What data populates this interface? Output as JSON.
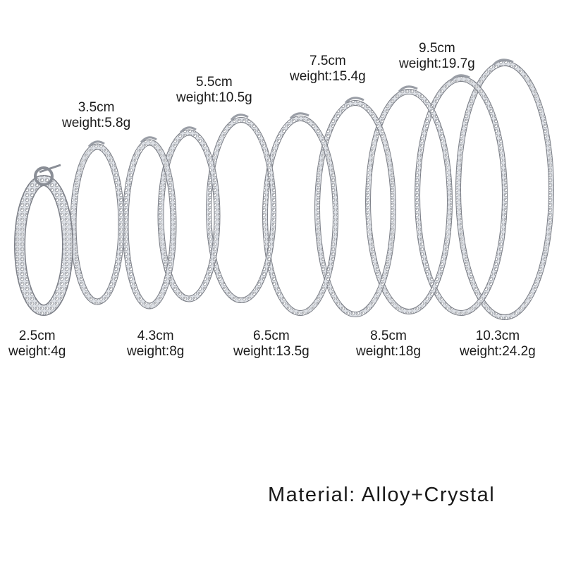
{
  "material": "Material: Alloy+Crystal",
  "hoops": [
    {
      "size": "2.5cm",
      "weight": "weight:4g"
    },
    {
      "size": "3.5cm",
      "weight": "weight:5.8g"
    },
    {
      "size": "4.3cm",
      "weight": "weight:8g"
    },
    {
      "size": "5.5cm",
      "weight": "weight:10.5g"
    },
    {
      "size": "6.5cm",
      "weight": "weight:13.5g"
    },
    {
      "size": "7.5cm",
      "weight": "weight:15.4g"
    },
    {
      "size": "8.5cm",
      "weight": "weight:18g"
    },
    {
      "size": "9.5cm",
      "weight": "weight:19.7g"
    },
    {
      "size": "10.3cm",
      "weight": "weight:24.2g"
    }
  ],
  "colors": {
    "metal": "#b9bcc2",
    "metal_dark": "#7d8088",
    "crystal": "#e9ecf1",
    "text": "#1a1a1a"
  }
}
